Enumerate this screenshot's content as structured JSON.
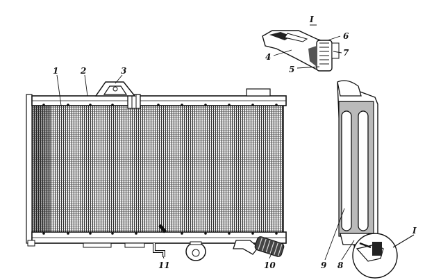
{
  "diagram": {
    "labels": {
      "l1": "1",
      "l2": "2",
      "l3": "3",
      "l4": "4",
      "l5": "5",
      "l6": "6",
      "l7": "7",
      "l8": "8",
      "l9": "9",
      "l10": "10",
      "l11": "11"
    },
    "detail_view_mark": "I",
    "detail_callout_mark": "I"
  }
}
